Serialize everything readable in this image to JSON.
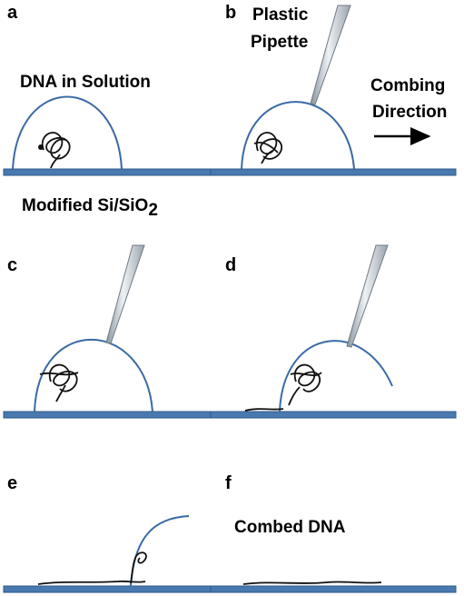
{
  "panels": {
    "a": {
      "letter": "a",
      "title": "DNA in Solution"
    },
    "b": {
      "letter": "b",
      "pipette_line1": "Plastic",
      "pipette_line2": "Pipette",
      "direction_line1": "Combing",
      "direction_line2": "Direction"
    },
    "c": {
      "letter": "c"
    },
    "d": {
      "letter": "d"
    },
    "e": {
      "letter": "e"
    },
    "f": {
      "letter": "f",
      "title": "Combed DNA"
    }
  },
  "substrate": {
    "label_main": "Modified Si/SiO",
    "label_sub": "2"
  },
  "colors": {
    "substrate": "#4a79b0",
    "substrate_edge": "#2f5a8a",
    "droplet": "#3a6aa6",
    "dna": "#111111",
    "pipette_dark": "#7d8791",
    "pipette_light": "#e6eaee"
  }
}
